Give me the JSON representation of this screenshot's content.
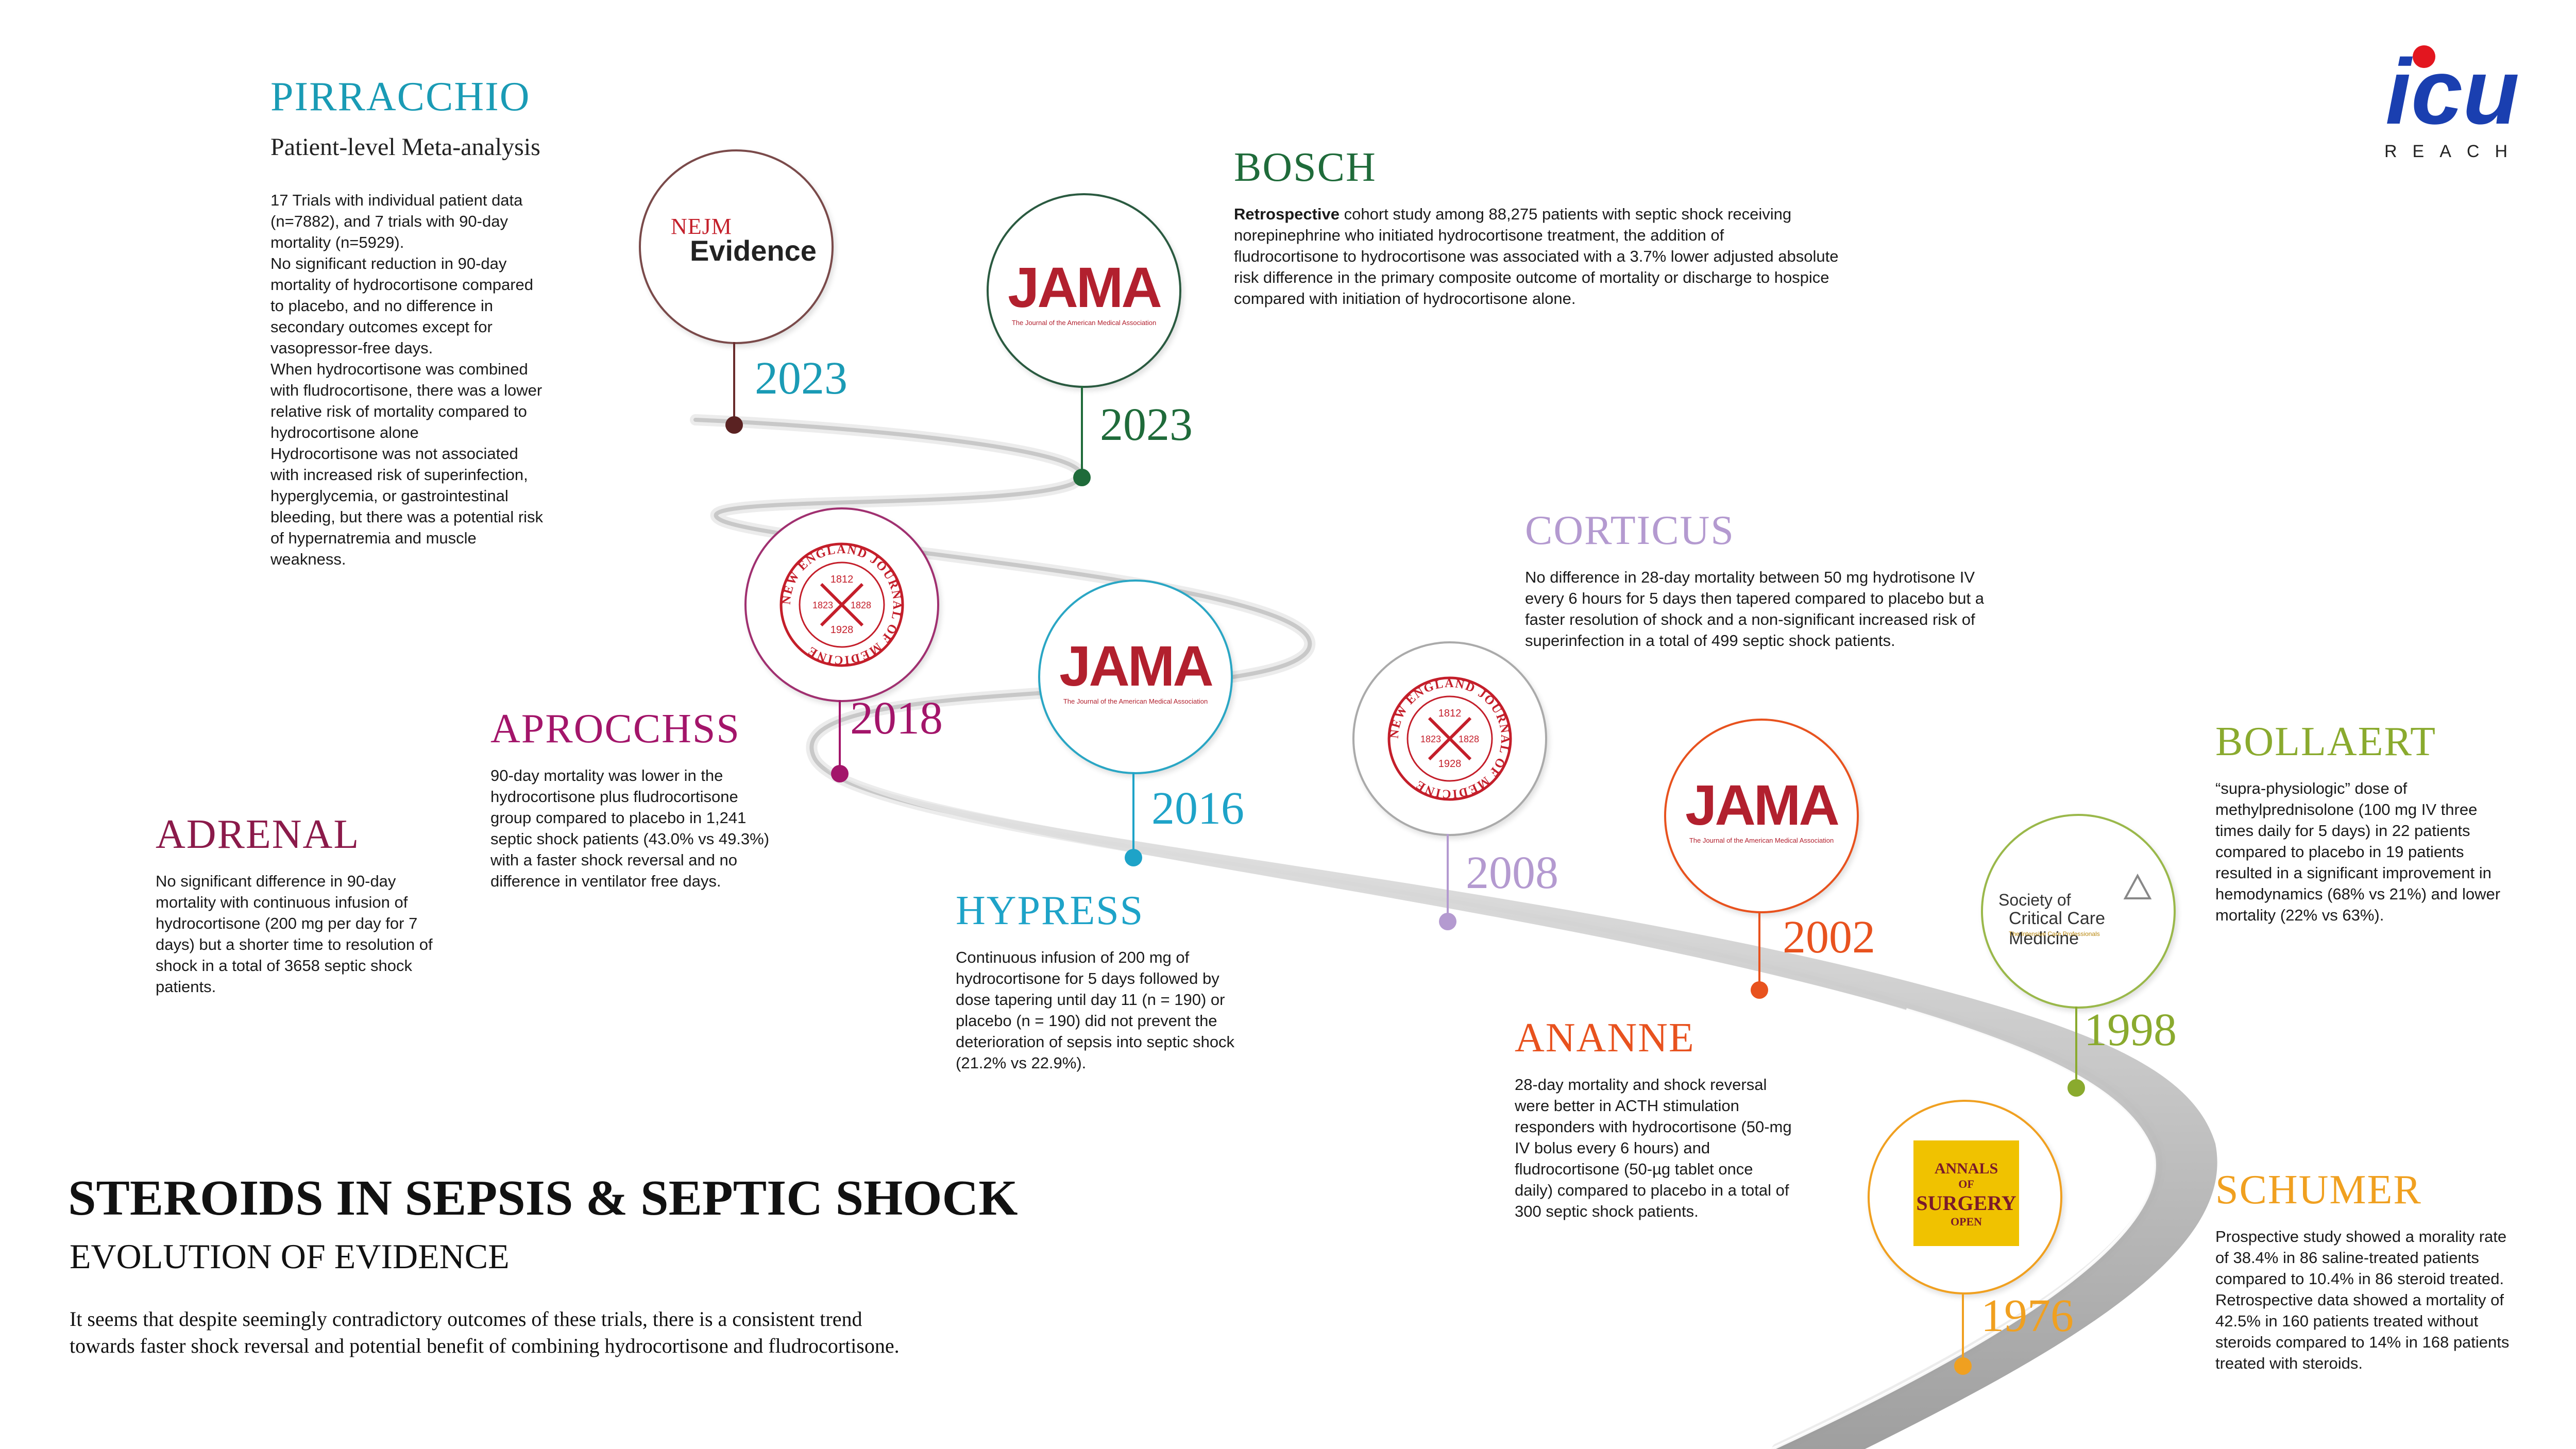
{
  "brand": {
    "logo_text": "icu",
    "logo_sub": "REACH"
  },
  "main": {
    "title": "STEROIDS IN SEPSIS & SEPTIC SHOCK",
    "subtitle": "EVOLUTION OF EVIDENCE",
    "summary": "It seems that despite seemingly contradictory outcomes of these trials, there is a consistent trend\ntowards faster shock reversal and potential benefit of combining hydrocortisone and fludrocortisone."
  },
  "colors": {
    "pirracchio": "#1a9bb5",
    "bosch": "#1f6b3a",
    "aprocchss": "#a3156a",
    "adrenal": "#8b1a4a",
    "hypress": "#1ea3c8",
    "corticus": "#b49ad0",
    "ananne": "#e8521e",
    "bollaert": "#8aaa2e",
    "schumer": "#f0a020",
    "road": "#a8a8a8"
  },
  "trials": {
    "pirracchio": {
      "name": "PIRRACCHIO",
      "subtitle": "Patient-level Meta-analysis",
      "desc": "17 Trials with individual patient data\n(n=7882), and 7 trials with 90-day\nmortality (n=5929).\nNo significant reduction in 90-day\nmortality of hydrocortisone compared\nto placebo, and no difference in\nsecondary outcomes except for\nvasopressor-free days.\nWhen hydrocortisone was combined\nwith fludrocortisone, there was a lower\nrelative risk of mortality compared to\nhydrocortisone alone\nHydrocortisone was not associated\nwith increased risk of superinfection,\nhyperglycemia, or gastrointestinal\nbleeding, but there was a potential risk\nof hypernatremia and muscle\nweakness.",
      "year": "2023",
      "journal_line1": "NEJM",
      "journal_line2": "Evidence"
    },
    "bosch": {
      "name": "BOSCH",
      "desc_bold": "Retrospective",
      "desc": " cohort study among 88,275 patients with septic shock receiving\nnorepinephrine who initiated hydrocortisone treatment, the addition of\nfludrocortisone to hydrocortisone was associated with a 3.7% lower adjusted absolute\nrisk difference in the primary composite outcome of mortality or discharge to hospice\ncompared with initiation of hydrocortisone alone.",
      "year": "2023",
      "journal": "JAMA",
      "journal_sub": "The Journal of the American Medical Association"
    },
    "aprocchss": {
      "name": "APROCCHSS",
      "desc": "90-day mortality was lower in the\nhydrocortisone plus fludrocortisone\ngroup compared to placebo in 1,241\nseptic shock patients (43.0% vs 49.3%)\nwith a faster shock reversal and no\ndifference in ventilator free days.",
      "year": "2018",
      "seal_text": "NEW ENGLAND JOURNAL OF MEDICINE",
      "seal_years": [
        "1812",
        "1823",
        "1828",
        "1928"
      ]
    },
    "adrenal": {
      "name": "ADRENAL",
      "desc": "No significant difference in 90-day\nmortality with continuous infusion of\nhydrocortisone (200 mg per day for 7\ndays) but a shorter time to resolution of\nshock in a total of 3658 septic shock\npatients."
    },
    "hypress": {
      "name": "HYPRESS",
      "desc": "Continuous infusion of 200 mg of\nhydrocortisone for 5 days followed by\ndose tapering until day 11 (n = 190) or\nplacebo (n = 190) did not prevent the\ndeterioration of sepsis into septic shock\n(21.2% vs 22.9%).",
      "year": "2016",
      "journal": "JAMA",
      "journal_sub": "The Journal of the American Medical Association"
    },
    "corticus": {
      "name": "CORTICUS",
      "desc": "No difference in 28-day mortality between 50 mg hydrotisone IV\nevery 6 hours for 5 days then tapered compared to placebo but a\nfaster resolution of shock and a non-significant increased risk of\nsuperinfection in a total of 499 septic shock patients.",
      "year": "2008",
      "seal_text": "NEW ENGLAND JOURNAL OF MEDICINE",
      "seal_years": [
        "1812",
        "1823",
        "1828",
        "1928"
      ]
    },
    "ananne": {
      "name": "ANANNE",
      "desc": "28-day mortality and shock reversal\nwere better  in ACTH stimulation\nresponders with hydrocortisone (50-mg\nIV bolus every 6 hours) and\nfludrocortisone (50-µg tablet once\ndaily) compared to placebo in a total of\n300 septic shock patients.",
      "year": "2002",
      "journal": "JAMA",
      "journal_sub": "The Journal of the American Medical Association"
    },
    "bollaert": {
      "name": "BOLLAERT",
      "desc": "“supra-physiologic” dose of\nmethylprednisolone (100 mg IV three\ntimes daily for 5 days) in 22 patients\ncompared to placebo in 19 patients\nresulted in a significant improvement in\nhemodynamics (68% vs 21%) and lower\nmortality (22% vs 63%).",
      "year": "1998",
      "journal_line1": "Society of",
      "journal_line2": "Critical Care Medicine",
      "journal_line3": "The Intensive Care Professionals"
    },
    "schumer": {
      "name": "SCHUMER",
      "desc": "Prospective study showed a morality rate\nof 38.4% in 86 saline-treated patients\ncompared to 10.4% in 86 steroid treated.\nRetrospective data showed a mortality of\n42.5% in 160 patients treated without\nsteroids compared to 14% in 168 patients\ntreated with steroids.",
      "year": "1976",
      "journal_line1": "ANNALS",
      "journal_line2": "OF",
      "journal_line3": "SURGERY",
      "journal_line4": "OPEN"
    }
  }
}
